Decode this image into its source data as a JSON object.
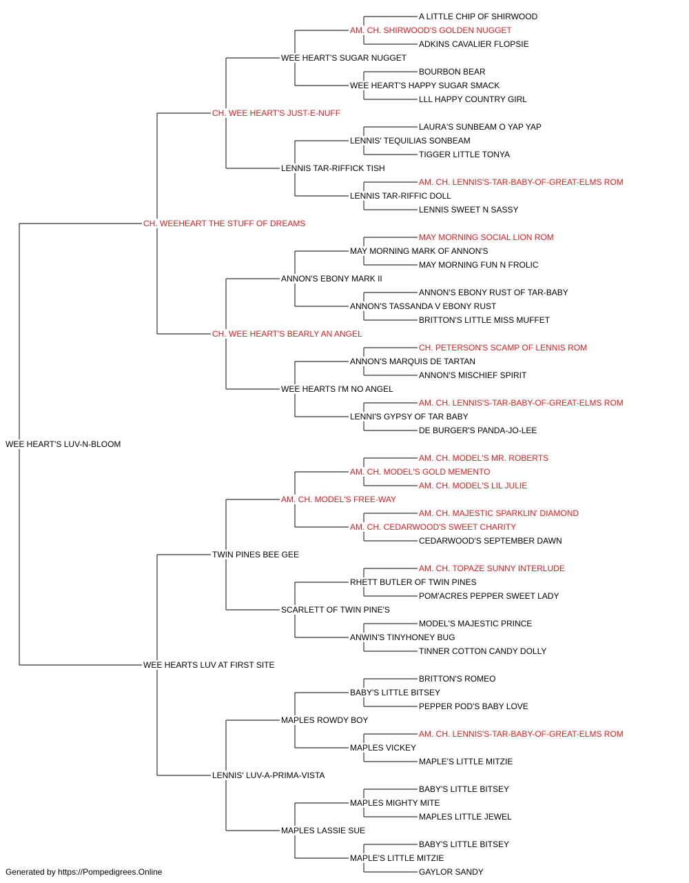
{
  "colors": {
    "line": "#333333",
    "champion": "#e8191b",
    "normal": "#000000"
  },
  "footer": "Generated by https://Pompedigrees.Online",
  "pedigree": {
    "name": "WEE HEART'S LUV-N-BLOOM",
    "champion": false,
    "sire": {
      "name": "CH. WEEHEART THE STUFF OF DREAMS",
      "champion": true,
      "sire": {
        "name": "CH. WEE HEART'S JUST-E-NUFF",
        "champion": true,
        "sire": {
          "name": "WEE HEART'S SUGAR NUGGET",
          "champion": false,
          "sire": {
            "name": "AM. CH. SHIRWOOD'S GOLDEN NUGGET",
            "champion": true,
            "sire": {
              "name": "A LITTLE CHIP OF SHIRWOOD",
              "champion": false
            },
            "dam": {
              "name": "ADKINS CAVALIER FLOPSIE",
              "champion": false
            }
          },
          "dam": {
            "name": "WEE HEART'S HAPPY SUGAR SMACK",
            "champion": false,
            "sire": {
              "name": "BOURBON BEAR",
              "champion": false
            },
            "dam": {
              "name": "LLL HAPPY COUNTRY GIRL",
              "champion": false
            }
          }
        },
        "dam": {
          "name": "LENNIS TAR-RIFFICK TISH",
          "champion": false,
          "sire": {
            "name": "LENNIS' TEQUILIAS SONBEAM",
            "champion": false,
            "sire": {
              "name": "LAURA'S SUNBEAM O YAP YAP",
              "champion": false
            },
            "dam": {
              "name": "TIGGER LITTLE TONYA",
              "champion": false
            }
          },
          "dam": {
            "name": "LENNIS TAR-RIFFIC DOLL",
            "champion": false,
            "sire": {
              "name": "AM. CH. LENNIS'S-TAR-BABY-OF-GREAT-ELMS ROM",
              "champion": true
            },
            "dam": {
              "name": "LENNIS SWEET N SASSY",
              "champion": false
            }
          }
        }
      },
      "dam": {
        "name": "CH. WEE HEART'S BEARLY AN ANGEL",
        "champion": true,
        "sire": {
          "name": "ANNON'S EBONY MARK II",
          "champion": false,
          "sire": {
            "name": "MAY MORNING MARK OF ANNON'S",
            "champion": false,
            "sire": {
              "name": "MAY MORNING SOCIAL LION ROM",
              "champion": true
            },
            "dam": {
              "name": "MAY MORNING FUN N FROLIC",
              "champion": false
            }
          },
          "dam": {
            "name": "ANNON'S TASSANDA V EBONY RUST",
            "champion": false,
            "sire": {
              "name": "ANNON'S EBONY RUST OF TAR-BABY",
              "champion": false
            },
            "dam": {
              "name": "BRITTON'S LITTLE MISS MUFFET",
              "champion": false
            }
          }
        },
        "dam": {
          "name": "WEE HEARTS I'M NO ANGEL",
          "champion": false,
          "sire": {
            "name": "ANNON'S MARQUIS DE TARTAN",
            "champion": false,
            "sire": {
              "name": "CH. PETERSON'S SCAMP OF LENNIS ROM",
              "champion": true
            },
            "dam": {
              "name": "ANNON'S MISCHIEF SPIRIT",
              "champion": false
            }
          },
          "dam": {
            "name": "LENNI'S GYPSY OF TAR BABY",
            "champion": false,
            "sire": {
              "name": "AM. CH. LENNIS'S-TAR-BABY-OF-GREAT-ELMS ROM",
              "champion": true
            },
            "dam": {
              "name": "DE BURGER'S PANDA-JO-LEE",
              "champion": false
            }
          }
        }
      }
    },
    "dam": {
      "name": "WEE HEARTS LUV AT FIRST SITE",
      "champion": false,
      "sire": {
        "name": "TWIN PINES BEE GEE",
        "champion": false,
        "sire": {
          "name": "AM. CH. MODEL'S FREE-WAY",
          "champion": true,
          "sire": {
            "name": "AM. CH. MODEL'S GOLD MEMENTO",
            "champion": true,
            "sire": {
              "name": "AM. CH. MODEL'S MR. ROBERTS",
              "champion": true
            },
            "dam": {
              "name": "AM. CH. MODEL'S LIL JULIE",
              "champion": true
            }
          },
          "dam": {
            "name": "AM. CH. CEDARWOOD'S SWEET CHARITY",
            "champion": true,
            "sire": {
              "name": "AM. CH. MAJESTIC SPARKLIN' DIAMOND",
              "champion": true
            },
            "dam": {
              "name": "CEDARWOOD'S SEPTEMBER DAWN",
              "champion": false
            }
          }
        },
        "dam": {
          "name": "SCARLETT OF TWIN PINE'S",
          "champion": false,
          "sire": {
            "name": "RHETT BUTLER OF TWIN PINES",
            "champion": false,
            "sire": {
              "name": "AM. CH. TOPAZE SUNNY INTERLUDE",
              "champion": true
            },
            "dam": {
              "name": "POM'ACRES PEPPER SWEET LADY",
              "champion": false
            }
          },
          "dam": {
            "name": "ANWIN'S TINYHONEY BUG",
            "champion": false,
            "sire": {
              "name": "MODEL'S MAJESTIC PRINCE",
              "champion": false
            },
            "dam": {
              "name": "TINNER COTTON CANDY DOLLY",
              "champion": false
            }
          }
        }
      },
      "dam": {
        "name": "LENNIS' LUV-A-PRIMA-VISTA",
        "champion": false,
        "sire": {
          "name": "MAPLES ROWDY BOY",
          "champion": false,
          "sire": {
            "name": "BABY'S LITTLE BITSEY",
            "champion": false,
            "sire": {
              "name": "BRITTON'S ROMEO",
              "champion": false
            },
            "dam": {
              "name": "PEPPER POD'S BABY LOVE",
              "champion": false
            }
          },
          "dam": {
            "name": "MAPLES VICKEY",
            "champion": false,
            "sire": {
              "name": "AM. CH. LENNIS'S-TAR-BABY-OF-GREAT-ELMS ROM",
              "champion": true
            },
            "dam": {
              "name": "MAPLE'S LITTLE MITZIE",
              "champion": false
            }
          }
        },
        "dam": {
          "name": "MAPLES LASSIE SUE",
          "champion": false,
          "sire": {
            "name": "MAPLES MIGHTY MITE",
            "champion": false,
            "sire": {
              "name": "BABY'S LITTLE BITSEY",
              "champion": false
            },
            "dam": {
              "name": "MAPLES LITTLE JEWEL",
              "champion": false
            }
          },
          "dam": {
            "name": "MAPLE'S LITTLE MITZIE",
            "champion": false,
            "sire": {
              "name": "BABY'S LITTLE BITSEY",
              "champion": false
            },
            "dam": {
              "name": "GAYLOR SANDY",
              "champion": false
            }
          }
        }
      }
    }
  }
}
